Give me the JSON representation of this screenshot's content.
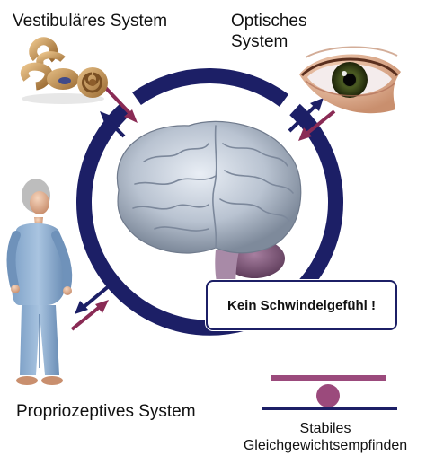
{
  "labels": {
    "vestibular": "Vestibuläres System",
    "optic_line1": "Optisches",
    "optic_line2": "System",
    "proprioceptive": "Propriozeptives System",
    "stable_line1": "Stabiles",
    "stable_line2": "Gleichgewichtsempfinden"
  },
  "callout": {
    "text": "Kein Schwindelgefühl !"
  },
  "colors": {
    "ring": "#1c1f66",
    "arrow_inbound": "#8a2b55",
    "arrow_outbound": "#1c1f66",
    "balance": "#9b4a7c"
  },
  "icons": [
    "inner-ear-icon",
    "eye-icon",
    "brain-icon",
    "elderly-person-icon",
    "balance-icon"
  ]
}
